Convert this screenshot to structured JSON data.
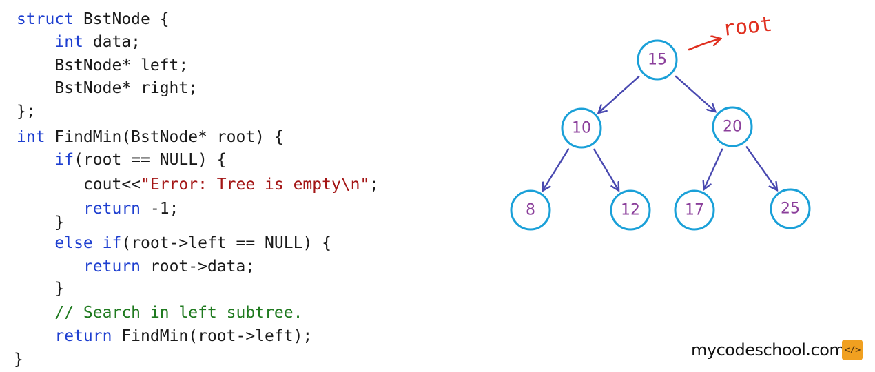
{
  "code": {
    "lines": [
      [
        {
          "t": "struct",
          "c": "kw"
        },
        {
          "t": " BstNode {",
          "c": ""
        }
      ],
      [
        {
          "t": "    ",
          "c": ""
        },
        {
          "t": "int",
          "c": "kw"
        },
        {
          "t": " data;",
          "c": ""
        }
      ],
      [
        {
          "t": "    BstNode* left;",
          "c": ""
        }
      ],
      [
        {
          "t": "    BstNode* right;",
          "c": ""
        }
      ],
      [
        {
          "t": "};",
          "c": ""
        }
      ],
      [
        {
          "t": "int",
          "c": "kw"
        },
        {
          "t": " FindMin(BstNode* root) {",
          "c": ""
        }
      ],
      [
        {
          "t": "    ",
          "c": ""
        },
        {
          "t": "if",
          "c": "kw"
        },
        {
          "t": "(root == NULL) {",
          "c": ""
        }
      ],
      [
        {
          "t": "       cout<<",
          "c": ""
        },
        {
          "t": "\"Error: Tree is empty\\n\"",
          "c": "str"
        },
        {
          "t": ";",
          "c": ""
        }
      ],
      [
        {
          "t": "       ",
          "c": ""
        },
        {
          "t": "return",
          "c": "kw"
        },
        {
          "t": " -1;",
          "c": ""
        }
      ],
      [
        {
          "t": "    }",
          "c": ""
        }
      ],
      [
        {
          "t": "    ",
          "c": ""
        },
        {
          "t": "else",
          "c": "kw"
        },
        {
          "t": " ",
          "c": ""
        },
        {
          "t": "if",
          "c": "kw"
        },
        {
          "t": "(root->left == NULL) {",
          "c": ""
        }
      ],
      [
        {
          "t": "       ",
          "c": ""
        },
        {
          "t": "return",
          "c": "kw"
        },
        {
          "t": " root->data;",
          "c": ""
        }
      ],
      [
        {
          "t": "    }",
          "c": ""
        }
      ],
      [
        {
          "t": "    ",
          "c": ""
        },
        {
          "t": "// Search in left subtree.",
          "c": "cm"
        }
      ],
      [
        {
          "t": "    ",
          "c": ""
        },
        {
          "t": "return",
          "c": "kw"
        },
        {
          "t": " FindMin(root->left);",
          "c": ""
        }
      ],
      [
        {
          "t": "}",
          "c": ""
        }
      ]
    ]
  },
  "tree": {
    "nodes": [
      {
        "id": "n15",
        "label": "15"
      },
      {
        "id": "n10",
        "label": "10"
      },
      {
        "id": "n20",
        "label": "20"
      },
      {
        "id": "n8",
        "label": "8"
      },
      {
        "id": "n12",
        "label": "12"
      },
      {
        "id": "n17",
        "label": "17"
      },
      {
        "id": "n25",
        "label": "25"
      }
    ],
    "edges": [
      {
        "from": "n15",
        "to": "n10"
      },
      {
        "from": "n15",
        "to": "n20"
      },
      {
        "from": "n10",
        "to": "n8"
      },
      {
        "from": "n10",
        "to": "n12"
      },
      {
        "from": "n20",
        "to": "n17"
      },
      {
        "from": "n20",
        "to": "n25"
      }
    ],
    "root_label": "root"
  },
  "watermark": {
    "text": "mycodeschool.com",
    "logo": "</>"
  },
  "colors": {
    "keyword": "#1e3fd0",
    "string": "#a31515",
    "comment": "#1f7a1f",
    "node_stroke": "#1aa0d8",
    "node_text": "#8b3f9b",
    "edge": "#4848b0",
    "root_annotation": "#e03020"
  }
}
